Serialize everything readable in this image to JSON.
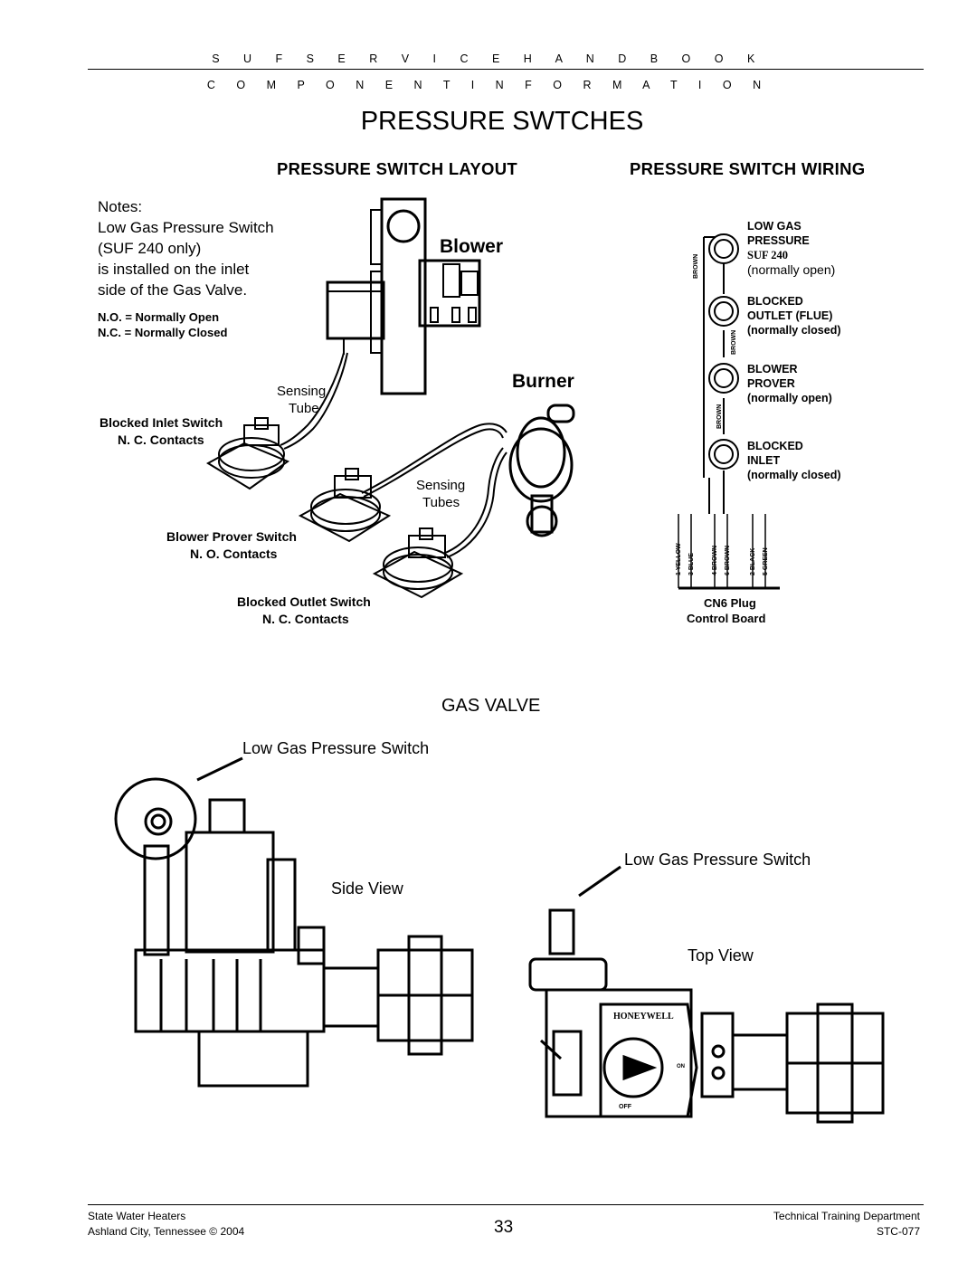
{
  "header": {
    "line1": "S U F   S E R V I C E   H A N D B O O K",
    "line2": "C O M P O N E N T   I N F O R M A T I O N"
  },
  "title": "PRESSURE SWTCHES",
  "layout": {
    "heading": "PRESSURE SWITCH LAYOUT",
    "notes": {
      "label": "Notes:",
      "line1": "Low Gas Pressure Switch",
      "line2": "(SUF 240 only)",
      "line3": "is installed on the inlet",
      "line4": "side of the Gas Valve."
    },
    "legend": {
      "no": "N.O. = Normally Open",
      "nc": "N.C. = Normally Closed"
    },
    "blower": "Blower",
    "burner": "Burner",
    "sensing_tube_1": "Sensing",
    "sensing_tube_2": "Tube",
    "sensing_tubes_1": "Sensing",
    "sensing_tubes_2": "Tubes",
    "blocked_inlet": {
      "name": "Blocked Inlet Switch",
      "contacts": "N. C. Contacts"
    },
    "blower_prover": {
      "name": "Blower Prover Switch",
      "contacts": "N. O. Contacts"
    },
    "blocked_outlet": {
      "name": "Blocked Outlet Switch",
      "contacts": "N. C. Contacts"
    }
  },
  "wiring": {
    "heading": "PRESSURE SWITCH WIRING",
    "switches": [
      {
        "l1": "LOW GAS",
        "l2": "PRESSURE",
        "l3": "SUF 240",
        "state": "(normally open)"
      },
      {
        "l1": "BLOCKED",
        "l2": "OUTLET (FLUE)",
        "state": "(normally closed)"
      },
      {
        "l1": "BLOWER",
        "l2": "PROVER",
        "state": "(normally open)"
      },
      {
        "l1": "BLOCKED",
        "l2": "INLET",
        "state": "(normally closed)"
      }
    ],
    "segment_wires": [
      "BROWN",
      "BROWN",
      "BROWN"
    ],
    "wires": [
      "1 YELLOW",
      "3 BLUE",
      "4 BROWN",
      "6 BROWN",
      "2 BLACK",
      "5 GREEN"
    ],
    "plug": "CN6 Plug",
    "board": "Control Board"
  },
  "gas_valve": {
    "heading": "GAS VALVE",
    "low_gas_1": "Low Gas Pressure Switch",
    "side_view": "Side View",
    "low_gas_2": "Low Gas Pressure Switch",
    "top_view": "Top View",
    "brand": "HONEYWELL",
    "on": "ON",
    "off": "OFF"
  },
  "footer": {
    "left1": "State Water Heaters",
    "left2": "Ashland City, Tennessee © 2004",
    "page": "33",
    "right1": "Technical Training Department",
    "right2": "STC-077"
  }
}
